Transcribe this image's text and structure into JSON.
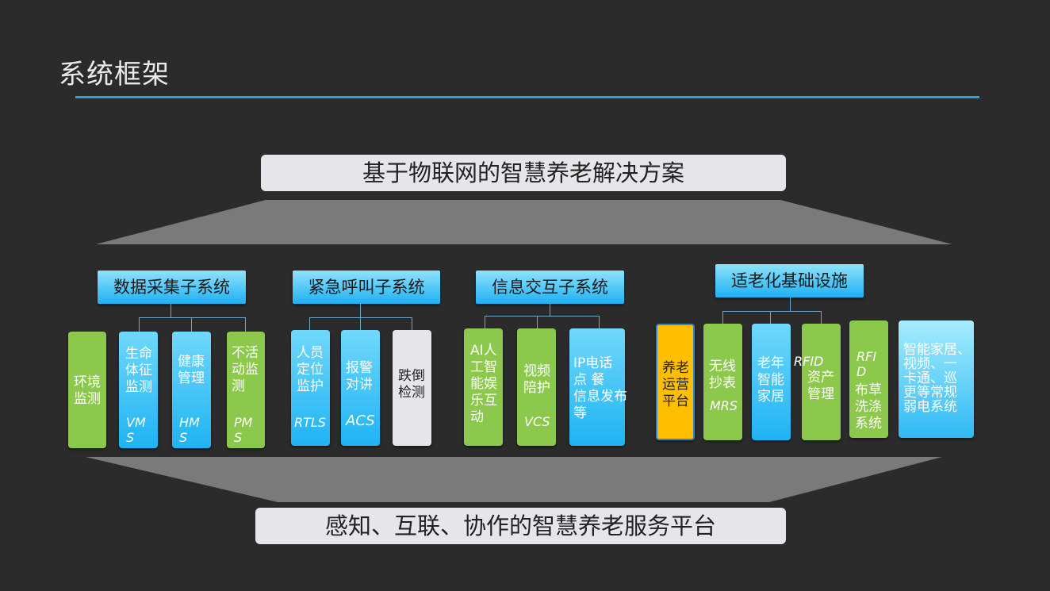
{
  "title": "系统框架",
  "top_banner": "基于物联网的智慧养老解决方案",
  "bottom_banner": "感知、互联、协作的智慧养老服务平台",
  "groups": [
    {
      "header": "数据采集子系统",
      "items": [
        {
          "label": "环境\n监测",
          "code": ""
        },
        {
          "label": "生命\n体征\n监测",
          "code": "VM\nS"
        },
        {
          "label": "健康\n管理",
          "code": "HM\nS"
        },
        {
          "label": "不活\n动监\n测",
          "code": "PM\nS"
        }
      ]
    },
    {
      "header": "紧急呼叫子系统",
      "items": [
        {
          "label": "人员\n定位\n监护",
          "code": "RTLS"
        },
        {
          "label": "报警\n对讲",
          "code": "ACS"
        },
        {
          "label": "跌倒\n检测",
          "code": ""
        }
      ]
    },
    {
      "header": "信息交互子系统",
      "items": [
        {
          "label": "AI人\n工智\n能娱\n乐互\n动",
          "code": ""
        },
        {
          "label": "视频\n陪护",
          "code": "VCS"
        },
        {
          "label": "IP电话\n点 餐\n信息发布\n等",
          "code": ""
        }
      ]
    },
    {
      "header": "适老化基础设施",
      "items": [
        {
          "label": "养老\n运营\n平台",
          "code": ""
        },
        {
          "label": "无线\n抄表",
          "code": "MRS"
        },
        {
          "label": "老年\n智能\n家居",
          "code": ""
        },
        {
          "label": "资产\n管理",
          "code": "RFID"
        },
        {
          "label": "布草\n洗涤\n系统",
          "code": "RFI\nD"
        },
        {
          "label": "智能家居、\n视频、一\n卡通、巡\n更等常规\n弱电系统",
          "code": ""
        }
      ]
    }
  ]
}
